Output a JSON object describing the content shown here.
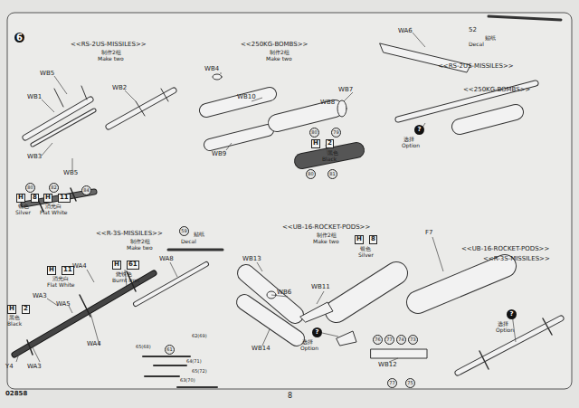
{
  "diagram": {
    "labels": [
      "6",
      "<<RS-2US-MISSILES>>",
      "制作2组",
      "Make two",
      "WB5",
      "WB1",
      "WB2",
      "WB3",
      "WB5",
      "<<250KG-BOMBS>>",
      "制作2组",
      "Make two",
      "WB4",
      "WB10",
      "WB9",
      "WB7",
      "WB8",
      "80",
      "79",
      "H",
      "2",
      "黑色",
      "Black",
      "80",
      "81",
      "52",
      "贴纸",
      "Decal",
      "WA6",
      "<<RS-2US-MISSILES>>",
      "<<250KG-BOMBS>>",
      "?",
      "选择",
      "Option",
      "80",
      "82",
      "84",
      "H",
      "8",
      "银色",
      "Silver",
      "H",
      "11",
      "消光白",
      "Flat White",
      "<<R-3S-MISSILES>>",
      "制作2组",
      "Make two",
      "59",
      "贴纸",
      "Decal",
      "WA8",
      "H",
      "11",
      "消光白",
      "Flat White",
      "WA4",
      "H",
      "61",
      "烧铁色",
      "Burnt Iron",
      "WA3",
      "WA5",
      "H",
      "2",
      "黑色",
      "Black",
      "WA4",
      "Y4",
      "WA3",
      "65(68)",
      "61",
      "62(69)",
      "64(71)",
      "65(72)",
      "63(70)",
      "<<UB-16-ROCKET-PODS>>",
      "制作2组",
      "Make two",
      "WB13",
      "WB6",
      "WB14",
      "WB11",
      "H",
      "8",
      "银色",
      "Silver",
      "?",
      "选择",
      "Option",
      "WB12",
      "76",
      "77",
      "74",
      "73",
      "77",
      "75",
      "F7",
      "<<UB-16-ROCKET-PODS>>",
      "<<R-3S-MISSILES>>",
      "?",
      "选择",
      "Option",
      "02858",
      "8"
    ]
  }
}
